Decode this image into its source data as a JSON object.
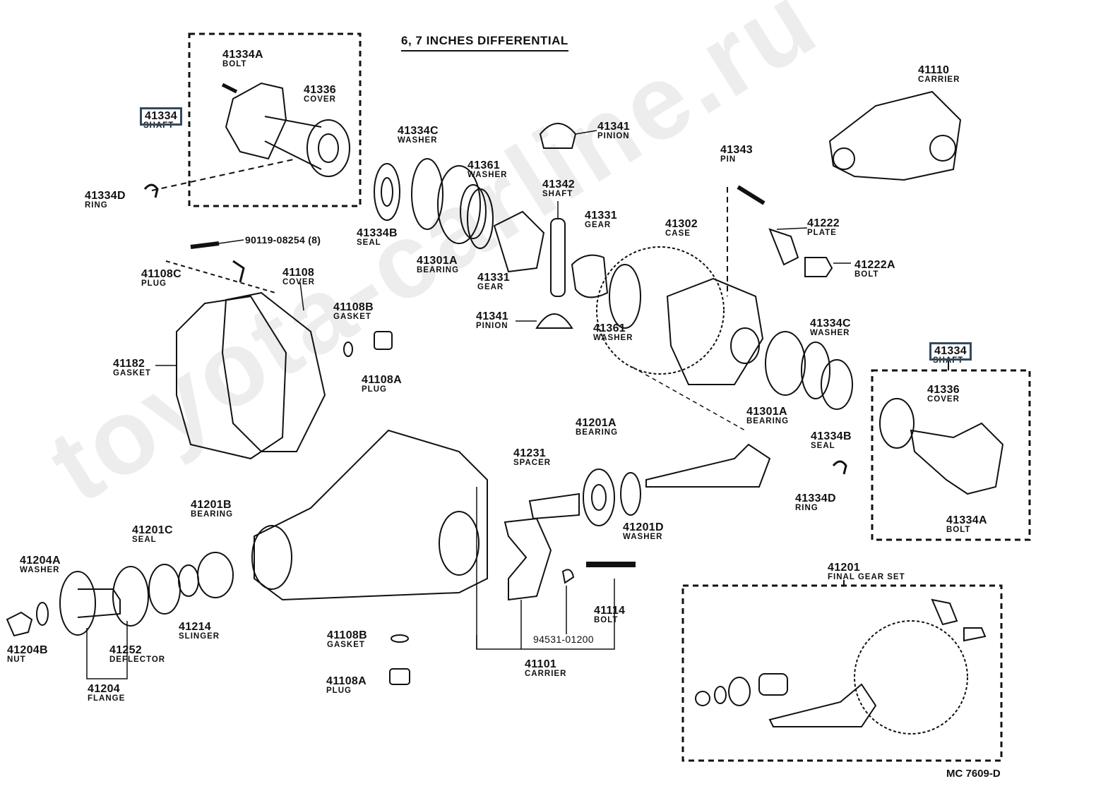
{
  "title": "6, 7 INCHES DIFFERENTIAL",
  "drawing_code": "MC 7609-D",
  "watermark": "toyota-carline.ru",
  "highlight_color": "#34495e",
  "labels": [
    {
      "number": "41334A",
      "name": "BOLT"
    },
    {
      "number": "41336",
      "name": "COVER"
    },
    {
      "number": "41334",
      "name": "SHAFT"
    },
    {
      "number": "41334D",
      "name": "RING"
    },
    {
      "number": "41334C",
      "name": "WASHER"
    },
    {
      "number": "41361",
      "name": "WASHER"
    },
    {
      "number": "41341",
      "name": "PINION"
    },
    {
      "number": "41342",
      "name": "SHAFT"
    },
    {
      "number": "41343",
      "name": "PIN"
    },
    {
      "number": "41110",
      "name": "CARRIER"
    },
    {
      "number": "41334B",
      "name": "SEAL"
    },
    {
      "number": "41301A",
      "name": "BEARING"
    },
    {
      "number": "41331",
      "name": "GEAR"
    },
    {
      "number": "41302",
      "name": "CASE"
    },
    {
      "number": "41222",
      "name": "PLATE"
    },
    {
      "number": "90119-08254 (8)",
      "name": ""
    },
    {
      "number": "41331",
      "name": "GEAR"
    },
    {
      "number": "41222A",
      "name": "BOLT"
    },
    {
      "number": "41108C",
      "name": "PLUG"
    },
    {
      "number": "41108",
      "name": "COVER"
    },
    {
      "number": "41108B",
      "name": "GASKET"
    },
    {
      "number": "41341",
      "name": "PINION"
    },
    {
      "number": "41361",
      "name": "WASHER"
    },
    {
      "number": "41334C",
      "name": "WASHER"
    },
    {
      "number": "41108A",
      "name": "PLUG"
    },
    {
      "number": "41182",
      "name": "GASKET"
    },
    {
      "number": "41334",
      "name": "SHAFT"
    },
    {
      "number": "41301A",
      "name": "BEARING"
    },
    {
      "number": "41336",
      "name": "COVER"
    },
    {
      "number": "41201A",
      "name": "BEARING"
    },
    {
      "number": "41334B",
      "name": "SEAL"
    },
    {
      "number": "41231",
      "name": "SPACER"
    },
    {
      "number": "41334D",
      "name": "RING"
    },
    {
      "number": "41201B",
      "name": "BEARING"
    },
    {
      "number": "41334A",
      "name": "BOLT"
    },
    {
      "number": "41201C",
      "name": "SEAL"
    },
    {
      "number": "41201D",
      "name": "WASHER"
    },
    {
      "number": "41204A",
      "name": "WASHER"
    },
    {
      "number": "41201",
      "name": "FINAL GEAR SET"
    },
    {
      "number": "41114",
      "name": "BOLT"
    },
    {
      "number": "41214",
      "name": "SLINGER"
    },
    {
      "number": "41204B",
      "name": "NUT"
    },
    {
      "number": "41252",
      "name": "DEFLECTOR"
    },
    {
      "number": "41108B",
      "name": "GASKET"
    },
    {
      "number": "94531-01200",
      "name": ""
    },
    {
      "number": "41101",
      "name": "CARRIER"
    },
    {
      "number": "41108A",
      "name": "PLUG"
    },
    {
      "number": "41204",
      "name": "FLANGE"
    }
  ]
}
